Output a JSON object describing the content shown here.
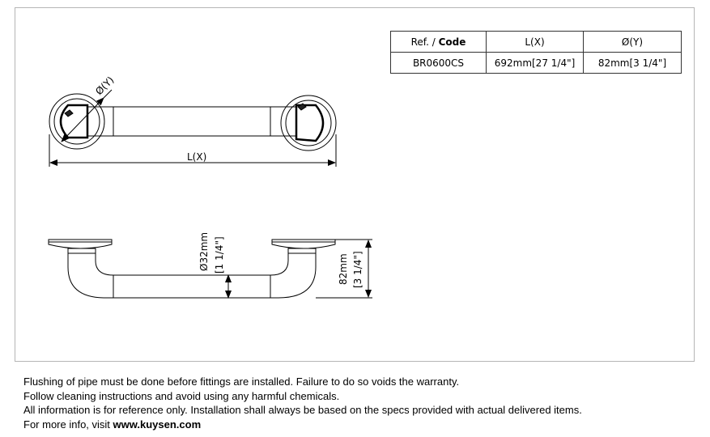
{
  "spec_table": {
    "header": {
      "ref_prefix": "Ref. / ",
      "ref_code": "Code",
      "length": "L(X)",
      "diameter": "Ø(Y)"
    },
    "row": {
      "code": "BR0600CS",
      "length": "692mm[27 1/4\"]",
      "diameter": "82mm[3 1/4\"]"
    }
  },
  "drawing": {
    "diameter_callout": "Ø(Y)",
    "length_label": "L(X)",
    "tube_diameter_mm": "Ø32mm",
    "tube_diameter_in": "[1 1/4\"]",
    "projection_mm": "82mm",
    "projection_in": "[3 1/4\"]"
  },
  "notes": {
    "line1": "Flushing of pipe must be done before fittings are installed. Failure to do so voids the warranty.",
    "line2": "Follow cleaning instructions and avoid using any harmful chemicals.",
    "line3": "All information is for reference only. Installation shall always be based on the specs provided with actual delivered items.",
    "line4_prefix": "For more info, visit ",
    "line4_link": "www.kuysen.com"
  }
}
